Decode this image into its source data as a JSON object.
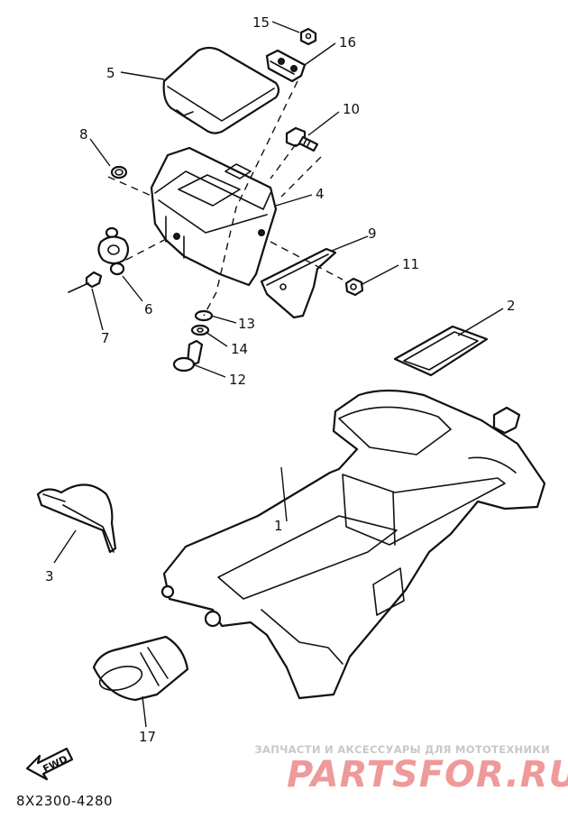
{
  "diagram": {
    "callouts": {
      "p1": "1",
      "p2": "2",
      "p3": "3",
      "p4": "4",
      "p5": "5",
      "p6": "6",
      "p7": "7",
      "p8": "8",
      "p9": "9",
      "p10": "10",
      "p11": "11",
      "p12": "12",
      "p13": "13",
      "p14": "14",
      "p15": "15",
      "p16": "16",
      "p17": "17"
    },
    "fwd_label": "FWD",
    "drawing_code": "8X2300-4280"
  },
  "watermark": {
    "tagline": "ЗАПЧАСТИ И АКСЕССУАРЫ ДЛЯ МОТОТЕХНИКИ",
    "brand": "PARTSFOR.RU"
  }
}
